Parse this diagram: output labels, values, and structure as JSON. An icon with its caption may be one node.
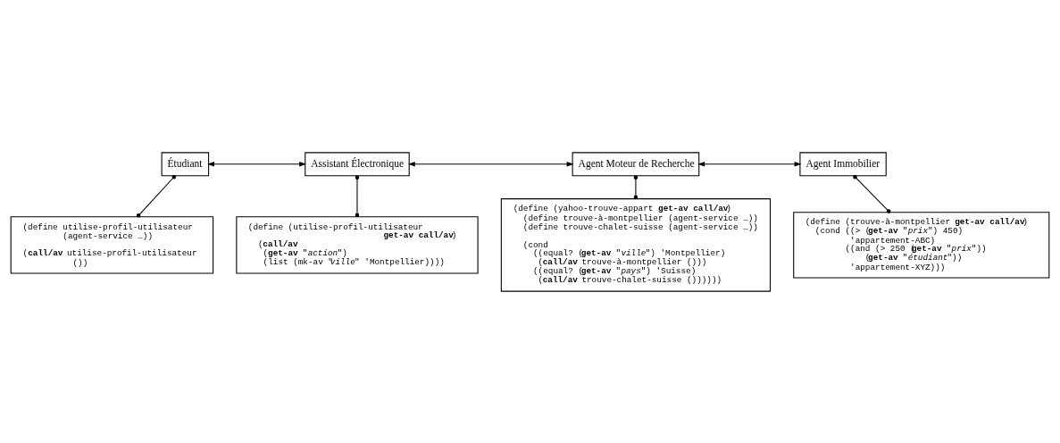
{
  "diagram": {
    "nodes": [
      {
        "text": [
          "Étudiant"
        ]
      },
      {
        "text": [
          "Assistant Électronique"
        ]
      },
      {
        "text": [
          "Agent Moteur de Recherche"
        ]
      },
      {
        "text": [
          "Agent Immobilier"
        ]
      },
      {
        "text": [
          "(define utilise-profil-utilisateur",
          "(agent-service …))",
          "(**call/av** utilise-profil-utilisateur",
          "())"
        ]
      },
      {
        "text": [
          "(define (yahoo-trouve-appart **get-av call/av**)",
          "(define trouve-à-montpellier (agent-service …))",
          "(define trouve-chalet-suisse (agent-service …))",
          "(cond",
          "((equal? (**get-av** \"*ville*\") 'Montpellier)",
          "(**call/av** trouve-à-montpellier ()))",
          "((equal? (**get-av** \"*pays*\") 'Suisse)",
          "(**call/av** trouve-chalet-suisse ())))))"
        ]
      },
      {
        "text": [
          "(define (utilise-profil-utilisateur",
          "**get-av call/av**)",
          "(**call/av**",
          "(**get-av** \"*action*\")",
          "(list (mk-av \"*ville*\" 'Montpellier))))"
        ]
      },
      {
        "text": [
          "(define (trouve-à-montpellier **get-av call/av**)",
          "(cond ((> (**get-av** \"*prix*\") 450)",
          "'appartement-ABC)",
          "((and (> 250 (**get-av** \"*prix*\"))",
          "(**get-av** \"*étudiant*\"))",
          "'appartement-XYZ)))"
        ]
      }
    ],
    "edges": [
      {
        "from": 0,
        "to": 1,
        "arrow": "both"
      },
      {
        "from": 1,
        "to": 2,
        "arrow": "both"
      },
      {
        "from": 2,
        "to": 3,
        "arrow": "both"
      },
      {
        "from": 0,
        "to": 4,
        "arrow": "other"
      },
      {
        "from": 2,
        "to": 5,
        "arrow": "other"
      },
      {
        "from": 1,
        "to": 6,
        "arrow": "other"
      },
      {
        "from": 3,
        "to": 7,
        "arrow": "other"
      }
    ]
  }
}
